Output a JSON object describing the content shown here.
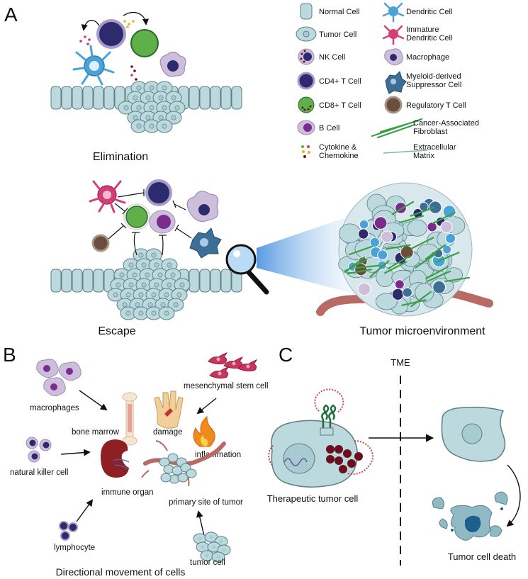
{
  "panels": {
    "a": "A",
    "b": "B",
    "c": "C"
  },
  "panel_a": {
    "elimination": "Elimination",
    "escape": "Escape",
    "tme": "Tumor microenvironment"
  },
  "legend": [
    {
      "label": "Normal Cell",
      "icon": "normal-cell-icon"
    },
    {
      "label": "Dendritic Cell",
      "icon": "dendritic-cell-icon"
    },
    {
      "label": "Tumor Cell",
      "icon": "tumor-cell-icon"
    },
    {
      "label": "Immature",
      "label2": "Dendritic Cell",
      "icon": "immature-dendritic-cell-icon"
    },
    {
      "label": "NK Cell",
      "icon": "nk-cell-icon"
    },
    {
      "label": "Macrophage",
      "icon": "macrophage-icon"
    },
    {
      "label": "CD4+ T Cell",
      "icon": "cd4-t-cell-icon"
    },
    {
      "label": "Myeloid-derived",
      "label2": "Suppressor Cell",
      "icon": "mdsc-icon"
    },
    {
      "label": "CD8+ T Cell",
      "icon": "cd8-t-cell-icon"
    },
    {
      "label": "Regulatory T Cell",
      "icon": "regulatory-t-cell-icon"
    },
    {
      "label": "B Cell",
      "icon": "b-cell-icon"
    },
    {
      "label": "Cancer-Associated",
      "label2": "Fibroblast",
      "icon": "fibroblast-icon"
    },
    {
      "label": "Cytokine &",
      "label2": "Chemokine",
      "icon": "cytokine-icon"
    },
    {
      "label": "Extracellular",
      "label2": "Matrix",
      "icon": "ecm-icon"
    }
  ],
  "panel_b": {
    "macrophages": "macrophages",
    "bone_marrow": "bone marrow",
    "damage": "damage",
    "msc": "mesenchymal stem cell",
    "inflammation": "inflammation",
    "nk": "natural killer cell",
    "immune_organ": "immune organ",
    "primary_site": "primary site of tumor",
    "lymphocyte": "lymphocyte",
    "tumor_cell": "tumor cell",
    "caption": "Directional movement of cells"
  },
  "panel_c": {
    "tme": "TME",
    "therapeutic": "Therapeutic tumor cell",
    "death": "Tumor cell death"
  },
  "colors": {
    "cell_fill": "#bcd9de",
    "cell_stroke": "#5d7e86",
    "cd4": "#2e2a6e",
    "cd8": "#5fb04a",
    "b_cell": "#7a2c8e",
    "macrophage": "#cdbfdc",
    "dendritic": "#4aa3d8",
    "immature_dc": "#d23f74",
    "mdsc": "#3d6e96",
    "treg": "#6b4d3e",
    "vessel": "#b86a65",
    "fibroblast": "#38a048",
    "msc": "#c8365d",
    "granule": "#6b0f1f"
  }
}
